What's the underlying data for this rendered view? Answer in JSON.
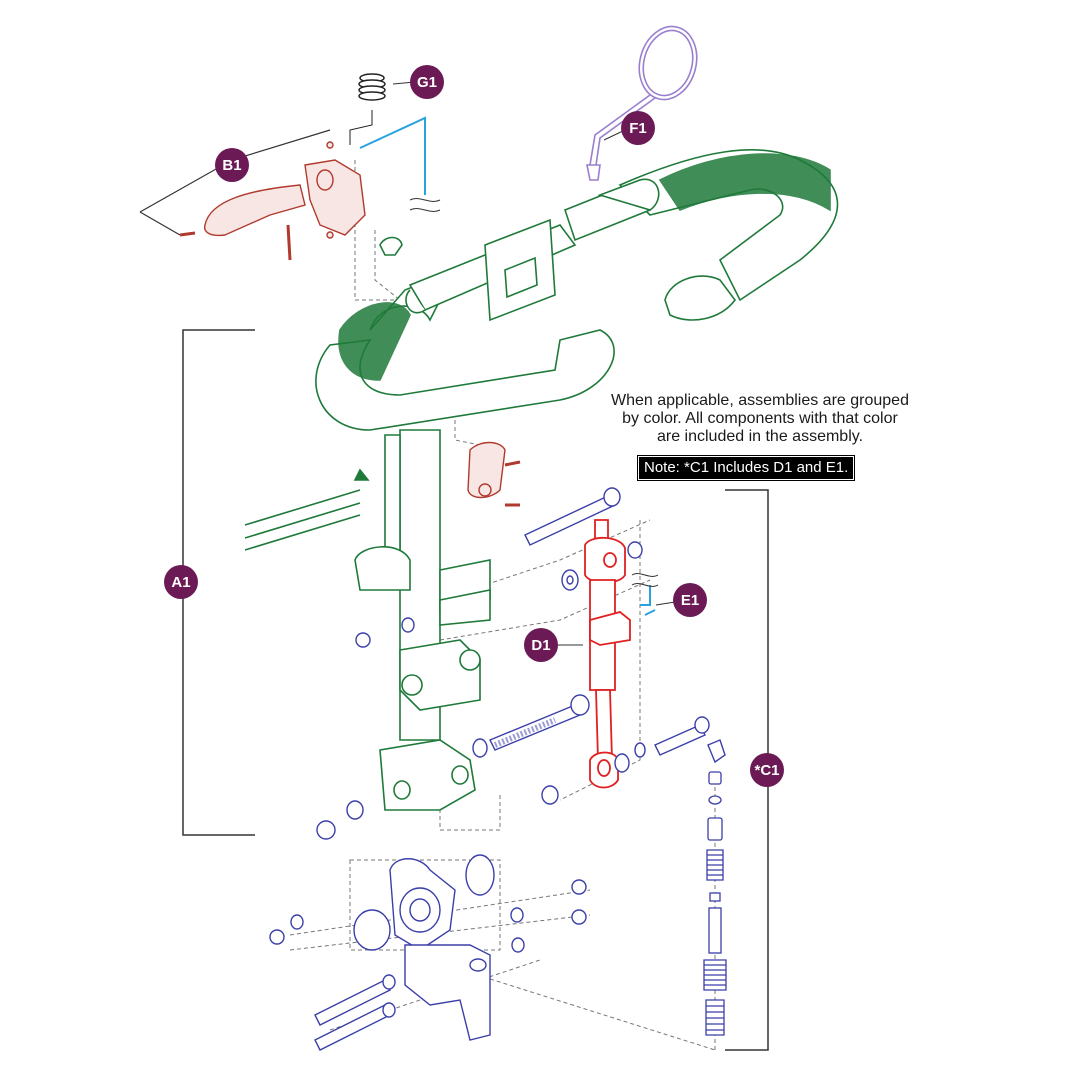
{
  "colors": {
    "callout": "#6b1a55",
    "assembly_a1": "#1f7a3a",
    "assembly_b1": "#c0392b",
    "assembly_c1": "#e02020",
    "cable": "#29a3e0",
    "mirror": "#9a7fcf",
    "base_parts": "#3b3fa8",
    "dashed": "#666666"
  },
  "callouts": {
    "g1": "G1",
    "b1": "B1",
    "f1": "F1",
    "a1": "A1",
    "d1": "D1",
    "e1": "E1",
    "c1": "*C1"
  },
  "note": {
    "line1": "When applicable, assemblies are grouped",
    "line2": "by color. All components with that color",
    "line3": "are included in the assembly.",
    "badge": "Note: *C1 Includes D1 and E1."
  }
}
